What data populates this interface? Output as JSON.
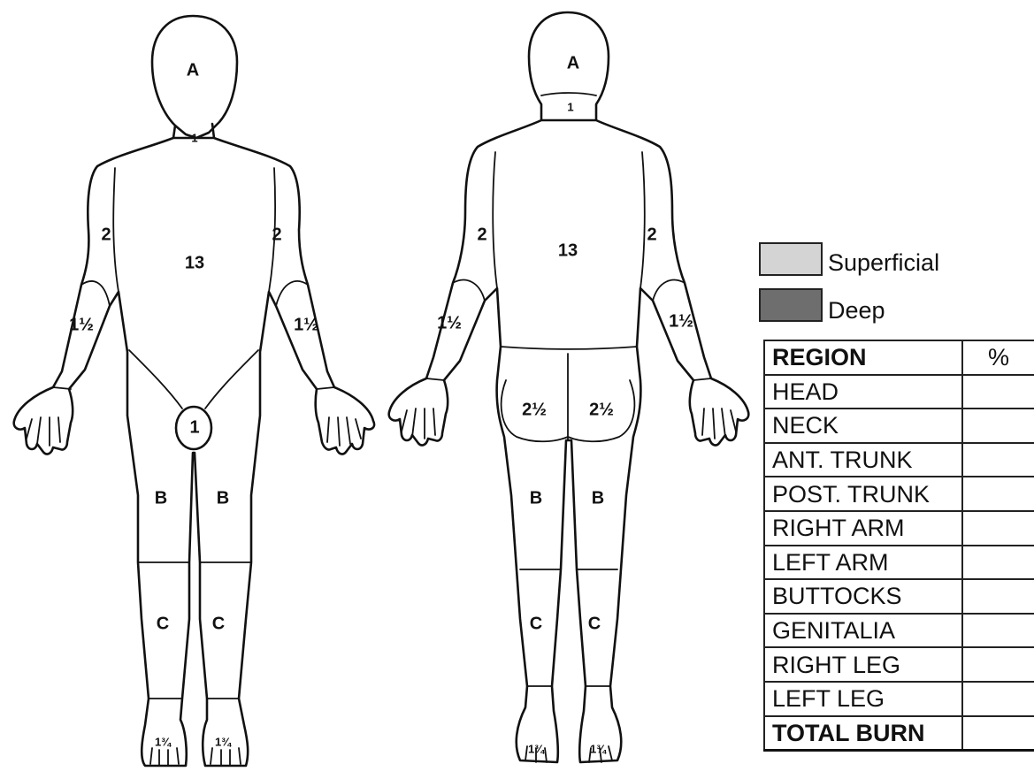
{
  "front_labels": {
    "head": "A",
    "neck": "1",
    "trunk": "13",
    "right_upper_arm": "2",
    "left_upper_arm": "2",
    "right_forearm": "1½",
    "left_forearm": "1½",
    "genitalia": "1",
    "right_thigh": "B",
    "left_thigh": "B",
    "right_lower_leg": "C",
    "left_lower_leg": "C",
    "right_foot": "1¾",
    "left_foot": "1¾"
  },
  "back_labels": {
    "head": "A",
    "neck": "1",
    "trunk": "13",
    "right_upper_arm": "2",
    "left_upper_arm": "2",
    "right_forearm": "1½",
    "left_forearm": "1½",
    "left_buttock": "2½",
    "right_buttock": "2½",
    "right_thigh": "B",
    "left_thigh": "B",
    "right_lower_leg": "C",
    "left_lower_leg": "C",
    "right_foot": "1¾",
    "left_foot": "1¾"
  },
  "legend": {
    "superficial": {
      "label": "Superficial",
      "color": "#d4d4d4"
    },
    "deep": {
      "label": "Deep",
      "color": "#6e6e6e"
    }
  },
  "table": {
    "header_region": "REGION",
    "header_percent": "%",
    "rows": [
      {
        "region": "HEAD",
        "percent": ""
      },
      {
        "region": "NECK",
        "percent": ""
      },
      {
        "region": "ANT. TRUNK",
        "percent": ""
      },
      {
        "region": "POST. TRUNK",
        "percent": ""
      },
      {
        "region": "RIGHT ARM",
        "percent": ""
      },
      {
        "region": "LEFT ARM",
        "percent": ""
      },
      {
        "region": "BUTTOCKS",
        "percent": ""
      },
      {
        "region": "GENITALIA",
        "percent": ""
      },
      {
        "region": "RIGHT LEG",
        "percent": ""
      },
      {
        "region": "LEFT LEG",
        "percent": ""
      }
    ],
    "total_label": "TOTAL BURN",
    "total_percent": ""
  }
}
